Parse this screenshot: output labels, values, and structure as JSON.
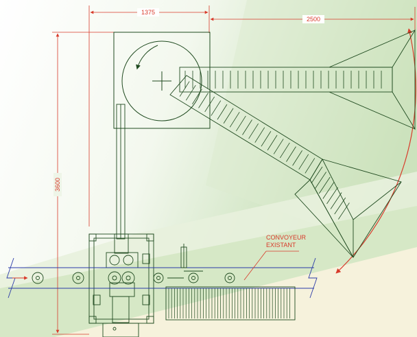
{
  "dimensions": {
    "top_width": "1375",
    "arm_reach": "2500",
    "height": "3600"
  },
  "labels": {
    "conveyor_line1": "CONVOYEUR",
    "conveyor_line2": "EXISTANT"
  },
  "colors": {
    "line_green": "#1f4a1f",
    "dim_red": "#d83a2a",
    "conveyor_blue": "#2a3aa8",
    "bg_green": "#cfe5c0",
    "bg_cream": "#f6f2dc"
  }
}
